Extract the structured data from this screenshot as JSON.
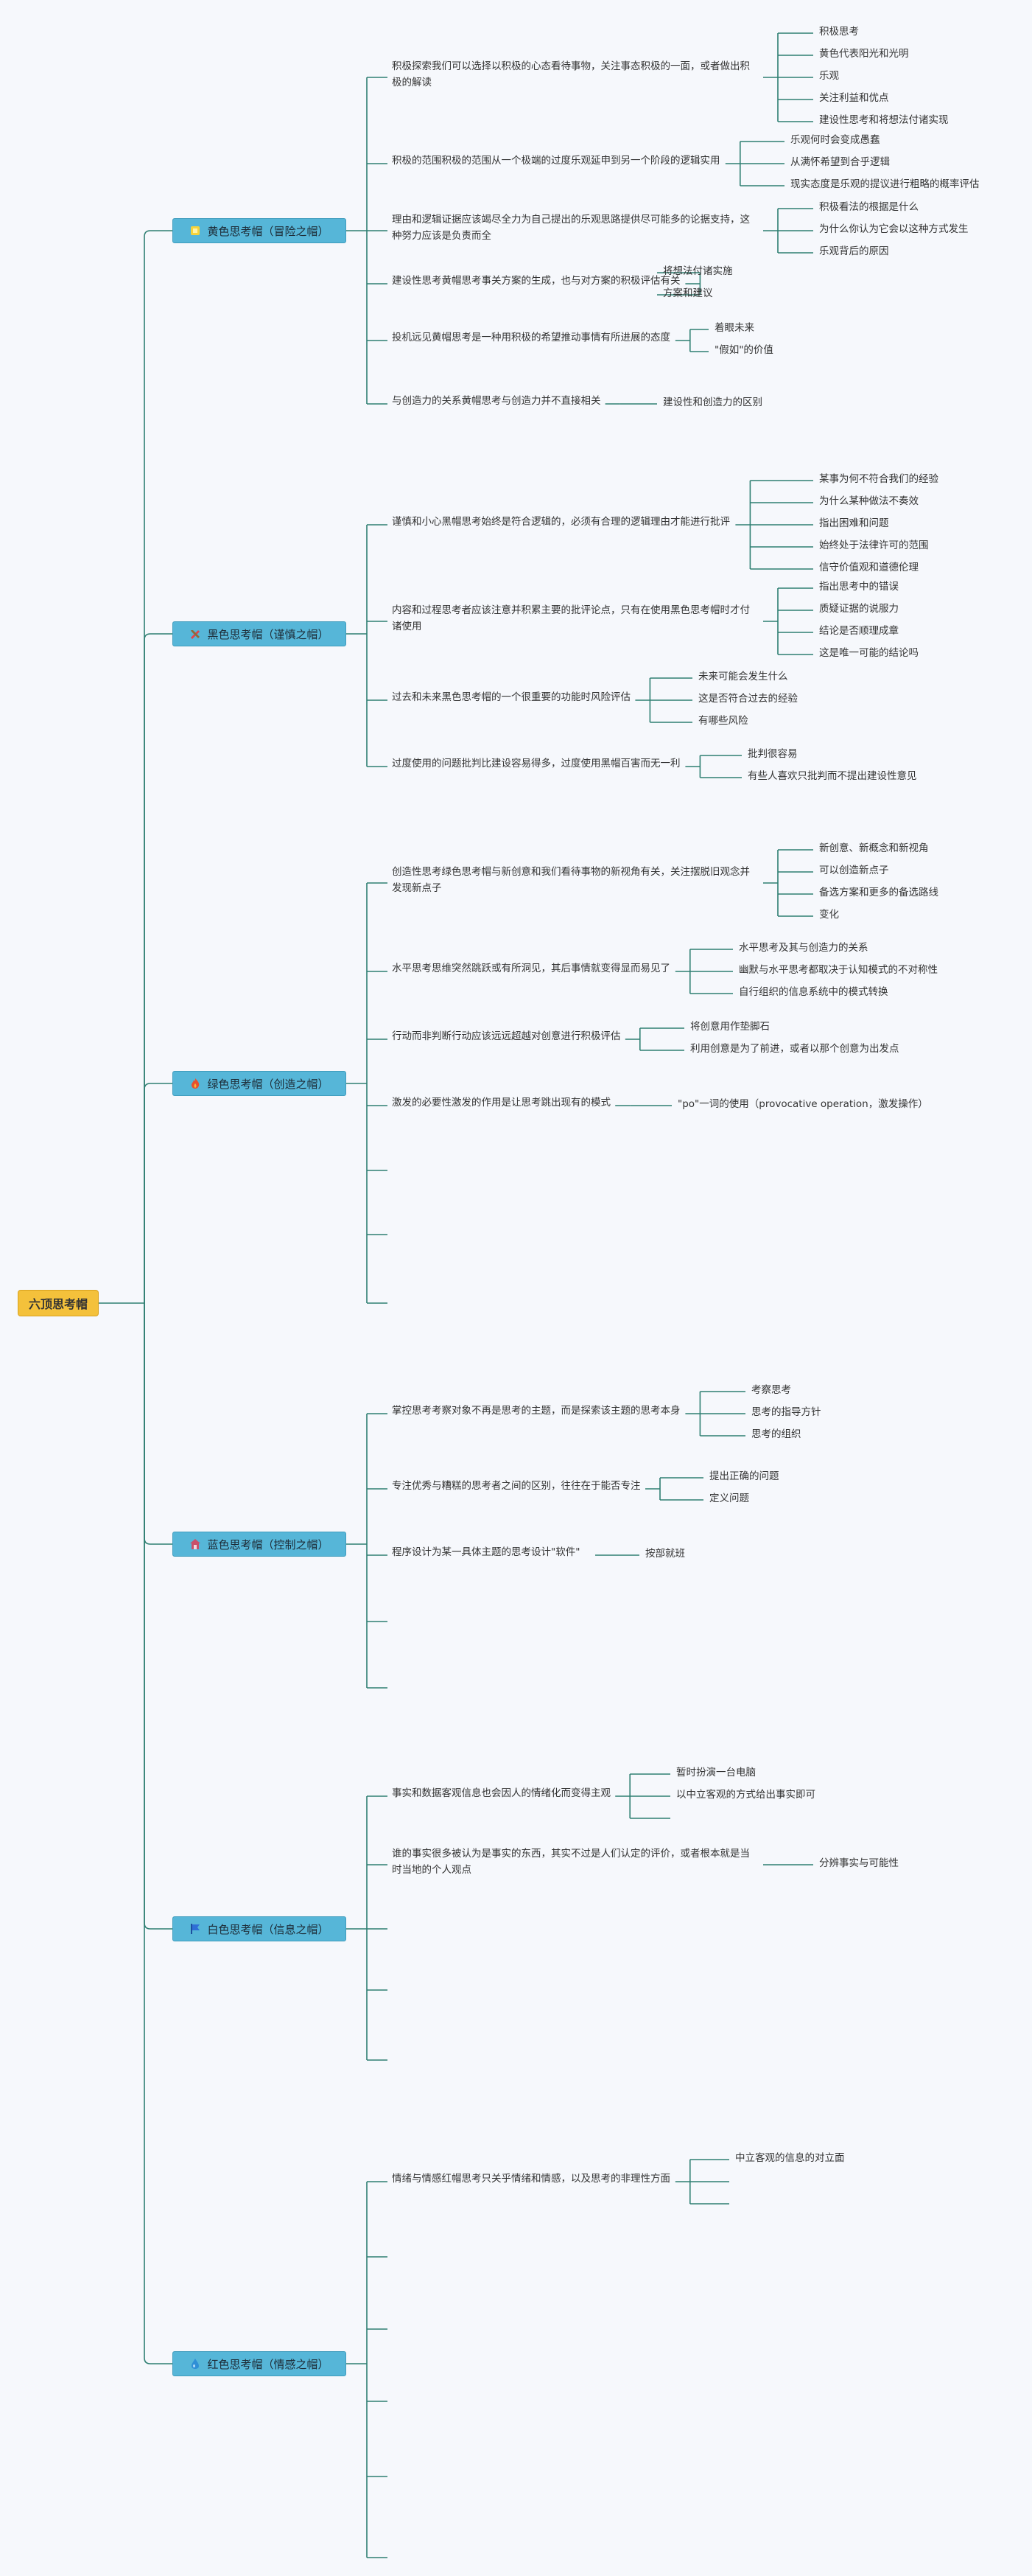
{
  "root": {
    "label": "六顶思考帽"
  },
  "branches": [
    {
      "label": "黄色思考帽（冒险之帽）",
      "icon": "lightbulb-icon",
      "icon_color": "#f6d33b",
      "items": [
        {
          "text": "积极探索我们可以选择以积极的心态看待事物，关注事态积极的一面，或者做出积极的解读",
          "children": [
            "积极思考",
            "黄色代表阳光和光明",
            "乐观",
            "关注利益和优点",
            "建设性思考和将想法付诸实现"
          ]
        },
        {
          "text": "积极的范围积极的范围从一个极端的过度乐观延申到另一个阶段的逻辑实用",
          "children": [
            "乐观何时会变成愚蠢",
            "从满怀希望到合乎逻辑",
            "现实态度是乐观的提议进行粗略的概率评估"
          ]
        },
        {
          "text": "理由和逻辑证据应该竭尽全力为自己提出的乐观思路提供尽可能多的论据支持，这种努力应该是负责而全",
          "children": [
            "积极看法的根据是什么",
            "为什么你认为它会以这种方式发生",
            "乐观背后的原因"
          ]
        },
        {
          "text": "建设性思考黄帽思考事关方案的生成，也与对方案的积极评估有关",
          "children": [
            "将想法付诸实施",
            "方案和建议"
          ]
        },
        {
          "text": "投机远见黄帽思考是一种用积极的希望推动事情有所进展的态度",
          "children": [
            "着眼未来",
            "\"假如\"的价值"
          ]
        },
        {
          "text": "与创造力的关系黄帽思考与创造力并不直接相关",
          "children": [
            "建设性和创造力的区别"
          ]
        }
      ]
    },
    {
      "label": "黑色思考帽（谨慎之帽）",
      "icon": "tools-icon",
      "icon_color": "#e0434b",
      "items": [
        {
          "text": "谨慎和小心黑帽思考始终是符合逻辑的，必须有合理的逻辑理由才能进行批评",
          "children": [
            "某事为何不符合我们的经验",
            "为什么某种做法不奏效",
            "指出困难和问题",
            "始终处于法律许可的范围",
            "信守价值观和道德伦理"
          ]
        },
        {
          "text": "内容和过程思考者应该注意并积累主要的批评论点，只有在使用黑色思考帽时才付诸使用",
          "children": [
            "指出思考中的错误",
            "质疑证据的说服力",
            "结论是否顺理成章",
            "这是唯一可能的结论吗"
          ]
        },
        {
          "text": "过去和未来黑色思考帽的一个很重要的功能时风险评估",
          "children": [
            "未来可能会发生什么",
            "这是否符合过去的经验",
            "有哪些风险"
          ]
        },
        {
          "text": "过度使用的问题批判比建设容易得多，过度使用黑帽百害而无一利",
          "children": [
            "批判很容易",
            "有些人喜欢只批判而不提出建设性意见"
          ]
        }
      ]
    },
    {
      "label": "绿色思考帽（创造之帽）",
      "icon": "fire-icon",
      "icon_color": "#e8502f",
      "items": [
        {
          "text": "创造性思考绿色思考帽与新创意和我们看待事物的新视角有关，关注摆脱旧观念并发现新点子",
          "children": [
            "新创意、新概念和新视角",
            "可以创造新点子",
            "备选方案和更多的备选路线",
            "变化"
          ]
        },
        {
          "text": "水平思考思维突然跳跃或有所洞见，其后事情就变得显而易见了",
          "children": [
            "水平思考及其与创造力的关系",
            "幽默与水平思考都取决于认知模式的不对称性",
            "自行组织的信息系统中的模式转换"
          ]
        },
        {
          "text": "行动而非判断行动应该远远超越对创意进行积极评估",
          "children": [
            "将创意用作垫脚石",
            "利用创意是为了前进，或者以那个创意为出发点"
          ]
        },
        {
          "text": "激发的必要性激发的作用是让思考跳出现有的模式",
          "children": [
            "\"po\"一词的使用（provocative operation，激发操作）"
          ]
        },
        {
          "text": "",
          "children": []
        },
        {
          "text": "",
          "children": []
        },
        {
          "text": "",
          "children": []
        }
      ]
    },
    {
      "label": "蓝色思考帽（控制之帽）",
      "icon": "home-icon",
      "icon_color": "#c9506a",
      "items": [
        {
          "text": "掌控思考考察对象不再是思考的主题，而是探索该主题的思考本身",
          "children": [
            "考察思考",
            "思考的指导方针",
            "思考的组织"
          ]
        },
        {
          "text": "专注优秀与糟糕的思考者之间的区别，往往在于能否专注",
          "children": [
            "提出正确的问题",
            "定义问题"
          ]
        },
        {
          "text": "程序设计为某一具体主题的思考设计\"软件\"",
          "children": [
            "按部就班"
          ]
        },
        {
          "text": "",
          "children": []
        },
        {
          "text": "",
          "children": []
        }
      ]
    },
    {
      "label": "白色思考帽（信息之帽）",
      "icon": "flag-icon",
      "icon_color": "#2f6fd6",
      "items": [
        {
          "text": "事实和数据客观信息也会因人的情绪化而变得主观",
          "children": [
            "暂时扮演一台电脑",
            "以中立客观的方式给出事实即可",
            ""
          ]
        },
        {
          "text": "谁的事实很多被认为是事实的东西，其实不过是人们认定的评价，或者根本就是当时当地的个人观点",
          "children": [
            "分辨事实与可能性"
          ]
        },
        {
          "text": "",
          "children": []
        },
        {
          "text": "",
          "children": []
        },
        {
          "text": "",
          "children": []
        }
      ]
    },
    {
      "label": "红色思考帽（情感之帽）",
      "icon": "drop-icon",
      "icon_color": "#2f8fd6",
      "items": [
        {
          "text": "情绪与情感红帽思考只关乎情绪和情感，以及思考的非理性方面",
          "children": [
            "中立客观的信息的对立面",
            "",
            ""
          ]
        },
        {
          "text": "",
          "children": []
        },
        {
          "text": "",
          "children": []
        },
        {
          "text": "",
          "children": []
        },
        {
          "text": "",
          "children": []
        },
        {
          "text": "",
          "children": []
        }
      ]
    }
  ]
}
